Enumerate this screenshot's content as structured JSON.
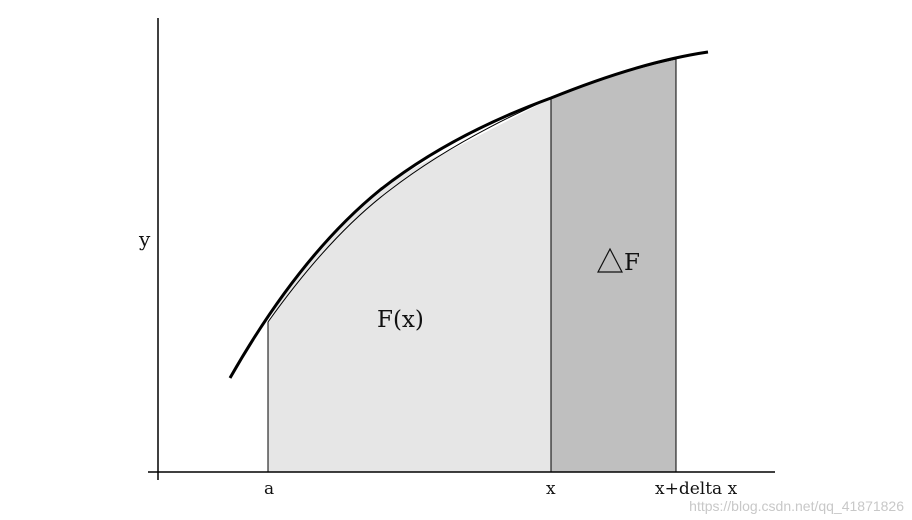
{
  "labels": {
    "y_axis": "y",
    "tick_a": "a",
    "tick_x": "x",
    "tick_x_dx": "x+delta x",
    "region_area": "F(x)",
    "region_delta": "F"
  },
  "watermark": "https://blog.csdn.net/qq_41871826",
  "colors": {
    "area_fill": "#e6e6e6",
    "delta_fill": "#bfbfbf",
    "curve": "#000000",
    "axes": "#000000"
  },
  "icons": {
    "delta_symbol": "triangle-icon"
  }
}
